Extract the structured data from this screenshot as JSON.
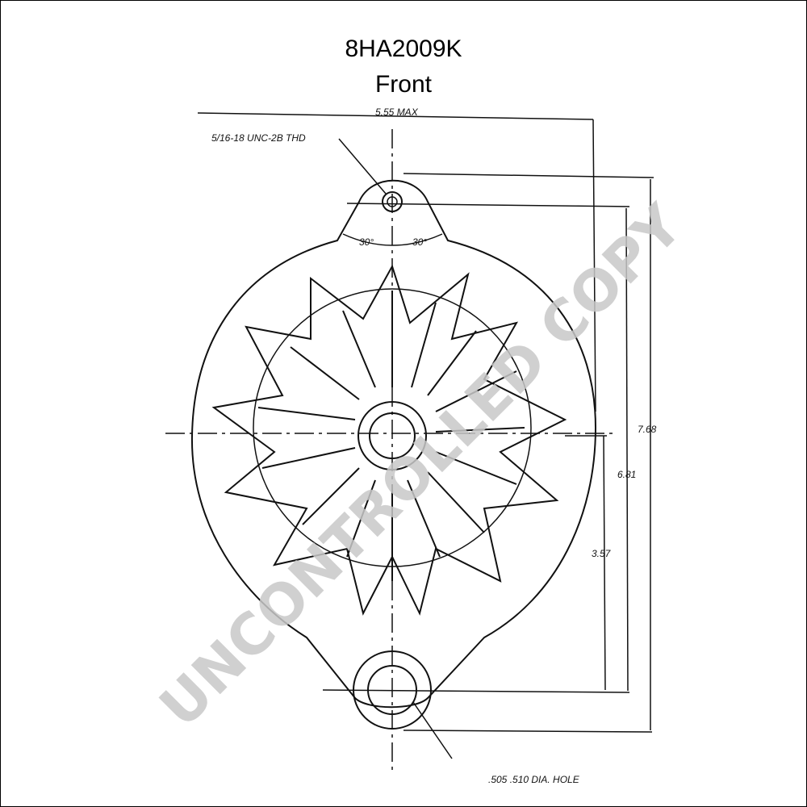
{
  "header": {
    "part_number": "8HA2009K",
    "view": "Front"
  },
  "dimensions": {
    "overall_width": "5.55 MAX",
    "thread": "5/16-18 UNC-2B THD",
    "angle_left": "30°",
    "angle_right": "30°",
    "height_total": "7.68",
    "height_mid": "6.81",
    "height_center": "3.57",
    "hole": ".505 .510 DIA. HOLE"
  },
  "watermark": "UNCONTROLLED COPY"
}
